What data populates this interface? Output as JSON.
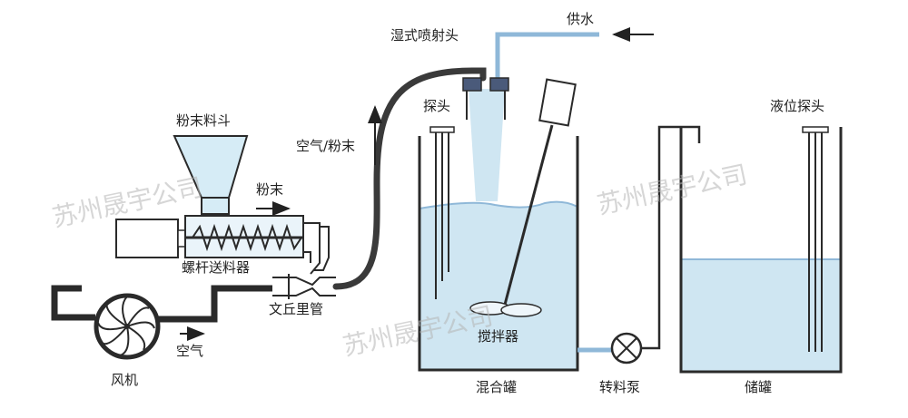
{
  "labels": {
    "supply_water": "供水",
    "spray_head": "湿式喷射头",
    "powder_hopper": "粉末料斗",
    "air_powder": "空气/粉末",
    "probe": "探头",
    "level_probe": "液位探头",
    "powder": "粉末",
    "screw_feeder": "螺杆送料器",
    "venturi": "文丘里管",
    "air": "空气",
    "blower": "风机",
    "agitator": "搅拌器",
    "mixing_tank": "混合罐",
    "transfer_pump": "转料泵",
    "storage_tank": "储罐"
  },
  "watermark": "苏州晟宇公司",
  "colors": {
    "line": "#2a2a2a",
    "water": "#cfe6f2",
    "water_line": "#8fb8d8",
    "pipe": "#3a3a3a",
    "hopper_fill": "#d6ecf6",
    "watermark": "#b5b5b5"
  }
}
